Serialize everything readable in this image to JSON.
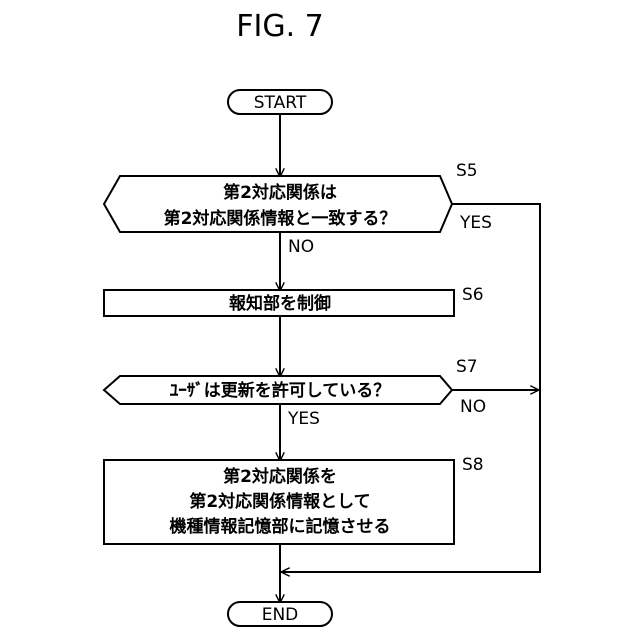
{
  "figure_title": "FIG. 7",
  "start": "START",
  "end": "END",
  "s5": {
    "step": "S5",
    "text": [
      "第2対応関係は",
      "第2対応関係情報と一致する？"
    ],
    "yes": "YES",
    "no": "NO"
  },
  "s6": {
    "step": "S6",
    "text": [
      "報知部を制御"
    ]
  },
  "s7": {
    "step": "S7",
    "text": [
      "ﾕｰｻﾞは更新を許可している？"
    ],
    "yes": "YES",
    "no": "NO"
  },
  "s8": {
    "step": "S8",
    "text": [
      "第2対応関係を",
      "第2対応関係情報として",
      "機種情報記憶部に記憶させる"
    ]
  }
}
